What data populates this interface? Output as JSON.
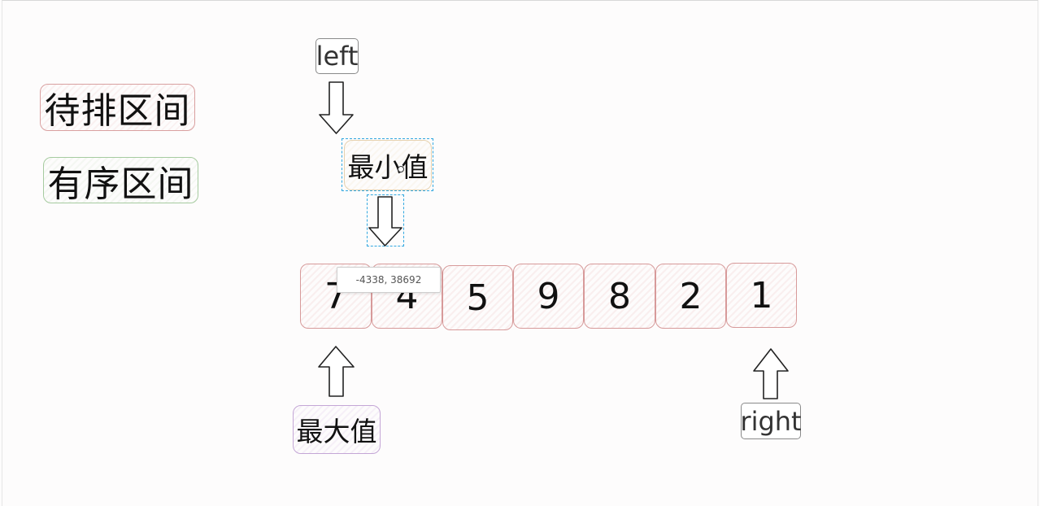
{
  "legend": {
    "pending_label": "待排区间",
    "sorted_label": "有序区间"
  },
  "pointers": {
    "left_label": "left",
    "right_label": "right",
    "min_label": "最小值",
    "max_label": "最大值"
  },
  "array": {
    "values": [
      "7",
      "4",
      "5",
      "9",
      "8",
      "2",
      "1"
    ]
  },
  "tooltip": {
    "coords_text": "-4338, 38692"
  },
  "colors": {
    "pending_border": "#d79a9a",
    "sorted_border": "#a6cba0",
    "max_border": "#c4a6d6",
    "min_border": "#e6d2b0",
    "selection": "#31a7e0"
  }
}
